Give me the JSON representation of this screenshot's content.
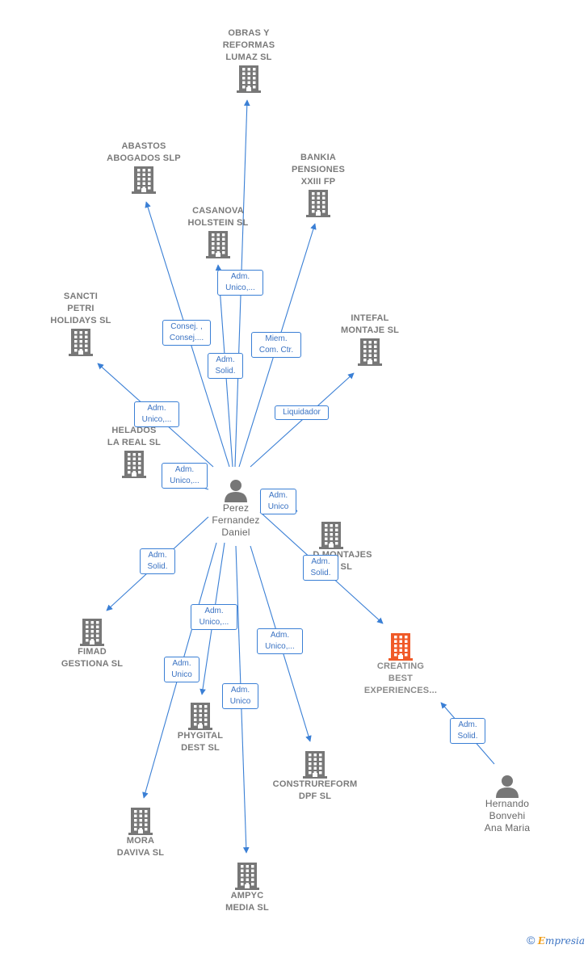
{
  "center": "Perez\nFernandez\nDaniel",
  "other_person": "Hernando\nBonvehi\nAna Maria",
  "companies": {
    "obras": "OBRAS Y\nREFORMAS\nLUMAZ  SL",
    "abastos": "ABASTOS\nABOGADOS SLP",
    "bankia": "BANKIA\nPENSIONES\nXXIII FP",
    "casanova": "CASANOVA\nHOLSTEIN  SL",
    "sancti": "SANCTI\nPETRI\nHOLIDAYS  SL",
    "intefal": "INTEFAL\nMONTAJE SL",
    "helados": "HELADOS\nLA REAL  SL",
    "montajes": "D  MONTAJES\nJ SL",
    "fimad": "FIMAD\nGESTIONA  SL",
    "creating": "CREATING\nBEST\nEXPERIENCES...",
    "phygital": "PHYGITAL\nDEST  SL",
    "construreform": "CONSTRUREFORM\nDPF  SL",
    "mora": "MORA\nDAVIVA SL",
    "ampyc": "AMPYC\nMEDIA  SL"
  },
  "relations": {
    "obras": "Adm.\nUnico,...",
    "abastos": "Consej. ,\nConsej....",
    "casanova": "Adm.\nSolid.",
    "bankia": "Miem.\nCom. Ctr.",
    "sancti": "Adm.\nUnico,...",
    "intefal": "Liquidador",
    "helados": "Adm.\nUnico,...",
    "montajes": "Adm.\nUnico",
    "creating": "Adm.\nSolid.",
    "fimad": "Adm.\nSolid.",
    "phygital": "Adm.\nUnico,...",
    "mora": "Adm.\nUnico",
    "ampyc": "Adm.\nUnico",
    "construreform": "Adm.\nUnico,...",
    "hernando_creating": "Adm.\nSolid."
  },
  "colors": {
    "link": "#3a7fd5",
    "building": "#777777",
    "highlight": "#f05a28",
    "person": "#777777"
  },
  "footer": {
    "copyright": "©",
    "brand_e": "E",
    "brand_rest": "mpresia"
  }
}
